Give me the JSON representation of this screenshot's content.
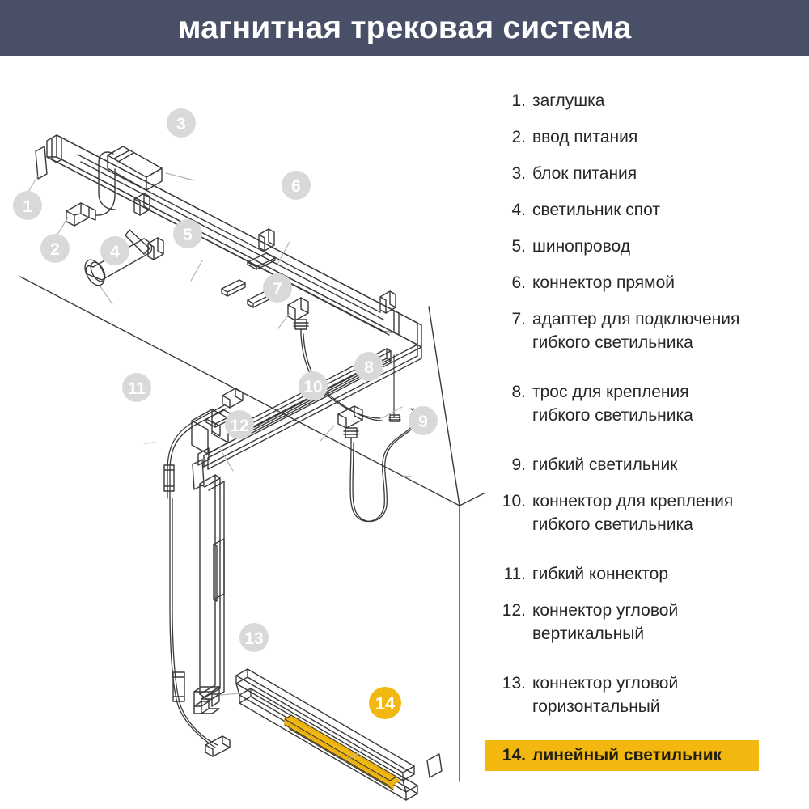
{
  "header": {
    "title": "магнитная трековая система",
    "bg_color": "#484f66",
    "text_color": "#ffffff"
  },
  "colors": {
    "badge_gray": "#d9d9d9",
    "badge_text": "#ffffff",
    "highlight_amber": "#f2b80f",
    "line_stroke": "#3a3a3a",
    "text": "#262626",
    "page_bg": "#ffffff"
  },
  "legend": {
    "items": [
      {
        "number": "1.",
        "label": "заглушка"
      },
      {
        "number": "2.",
        "label": "ввод питания"
      },
      {
        "number": "3.",
        "label": "блок питания"
      },
      {
        "number": "4.",
        "label": "светильник спот"
      },
      {
        "number": "5.",
        "label": "шинопровод"
      },
      {
        "number": "6.",
        "label": "коннектор прямой"
      },
      {
        "number": "7.",
        "label": "адаптер для подключения\nгибкого светильника"
      },
      {
        "number": "8.",
        "label": "трос для крепления\nгибкого светильника"
      },
      {
        "number": "9.",
        "label": "гибкий светильник"
      },
      {
        "number": "10.",
        "label": "коннектор для крепления\nгибкого светильника"
      },
      {
        "number": "11.",
        "label": "гибкий коннектор"
      },
      {
        "number": "12.",
        "label": "коннектор угловой\nвертикальный"
      },
      {
        "number": "13.",
        "label": "коннектор угловой\nгоризонтальный"
      },
      {
        "number": "14.",
        "label": "линейный светильник"
      }
    ],
    "highlighted_number": "14."
  },
  "diagram": {
    "description": "изометрическая схема магнитной трековой системы",
    "callouts": [
      {
        "number": "1",
        "highlighted": false
      },
      {
        "number": "2",
        "highlighted": false
      },
      {
        "number": "3",
        "highlighted": false
      },
      {
        "number": "4",
        "highlighted": false
      },
      {
        "number": "5",
        "highlighted": false
      },
      {
        "number": "6",
        "highlighted": false
      },
      {
        "number": "7",
        "highlighted": false
      },
      {
        "number": "8",
        "highlighted": false
      },
      {
        "number": "9",
        "highlighted": false
      },
      {
        "number": "10",
        "highlighted": false
      },
      {
        "number": "11",
        "highlighted": false
      },
      {
        "number": "12",
        "highlighted": false
      },
      {
        "number": "13",
        "highlighted": false
      },
      {
        "number": "14",
        "highlighted": true
      }
    ]
  }
}
